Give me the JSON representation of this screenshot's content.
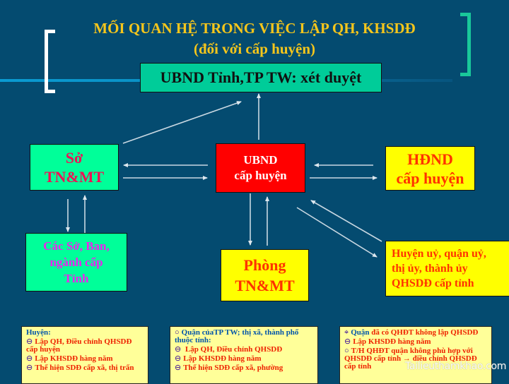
{
  "title": {
    "line1": "MỐI QUAN HỆ TRONG VIỆC LẬP QH, KHSDĐ",
    "line2": "(đối với cấp huyện)"
  },
  "colors": {
    "background": "#044b70",
    "title": "#f6c61b",
    "bracket_left": "#ffffff",
    "bracket_right": "#19c89a",
    "arrow": "#dde7ee"
  },
  "nodes": {
    "top": {
      "label": "UBND Tỉnh,TP TW: xét duyệt",
      "fill": "#00cc99"
    },
    "so_tnmt": {
      "line1": "Sở",
      "line2": "TN&MT",
      "fill": "#00ff99"
    },
    "ubnd_huyen": {
      "line1": "UBND",
      "line2": "cấp huyện",
      "fill": "#ff0000"
    },
    "hdnd_huyen": {
      "line1": "HĐND",
      "line2": "cấp huyện",
      "fill": "#ffff00"
    },
    "cac_so": {
      "line1": "Các Sở, Ban,",
      "line2": "ngành  cấp",
      "line3": "Tỉnh",
      "fill": "#00ff99"
    },
    "phong_tnmt": {
      "line1": "Phòng",
      "line2": "TN&MT",
      "fill": "#ffff00"
    },
    "huyen_uy": {
      "line1": "Huyện uỷ, quận uỷ,",
      "line2": "thị ủy, thành ủy",
      "line3": "QHSDĐ cấp tỉnh",
      "fill": "#ffff00"
    }
  },
  "edges": [
    {
      "from": "ubnd_huyen",
      "to": "top"
    },
    {
      "from": "so_tnmt",
      "to": "top"
    },
    {
      "from": "ubnd_huyen",
      "to": "so_tnmt"
    },
    {
      "from": "so_tnmt",
      "to": "ubnd_huyen"
    },
    {
      "from": "hdnd_huyen",
      "to": "ubnd_huyen"
    },
    {
      "from": "ubnd_huyen",
      "to": "hdnd_huyen"
    },
    {
      "from": "so_tnmt",
      "to": "cac_so"
    },
    {
      "from": "cac_so",
      "to": "so_tnmt"
    },
    {
      "from": "ubnd_huyen",
      "to": "phong_tnmt"
    },
    {
      "from": "phong_tnmt",
      "to": "ubnd_huyen"
    },
    {
      "from": "huyen_uy",
      "to": "ubnd_huyen"
    },
    {
      "from": "ubnd_huyen",
      "to": "huyen_uy"
    }
  ],
  "notes": [
    {
      "header": "Huyện:",
      "items": [
        {
          "bullet": "⊖",
          "text": "Lập QH, Điều chỉnh QHSDĐ cấp huyện"
        },
        {
          "bullet": "⊖",
          "text": "Lập KHSDĐ hàng năm"
        },
        {
          "bullet": "⊖",
          "text": "Thể hiện SDĐ cấp xã, thị trấn"
        }
      ]
    },
    {
      "header_bullet": "○",
      "header": "Quận củaTP TW; thị xã, thành phố thuộc tỉnh:",
      "items": [
        {
          "bullet": "⊖",
          "text": " Lập QH, Điều chỉnh QHSDĐ"
        },
        {
          "bullet": "⊖",
          "text": "Lập KHSDĐ hàng năm"
        },
        {
          "bullet": "⊖",
          "text": "Thể hiện SDĐ cấp xã, phường"
        }
      ]
    },
    {
      "header_bullet": "⌖",
      "header": "Quận",
      "header_rest": "đã có QHĐT không lập QHSDĐ",
      "items": [
        {
          "bullet": "⊖",
          "text": "Lập KHSDĐ hàng năm"
        },
        {
          "bullet": "○",
          "text": "T/H QHĐT quận không phù hợp với QHSDĐ cấp tỉnh → điều chỉnh QHSDĐ cấp tỉnh"
        }
      ]
    }
  ],
  "watermark": "Tailieuthamkhao.com"
}
